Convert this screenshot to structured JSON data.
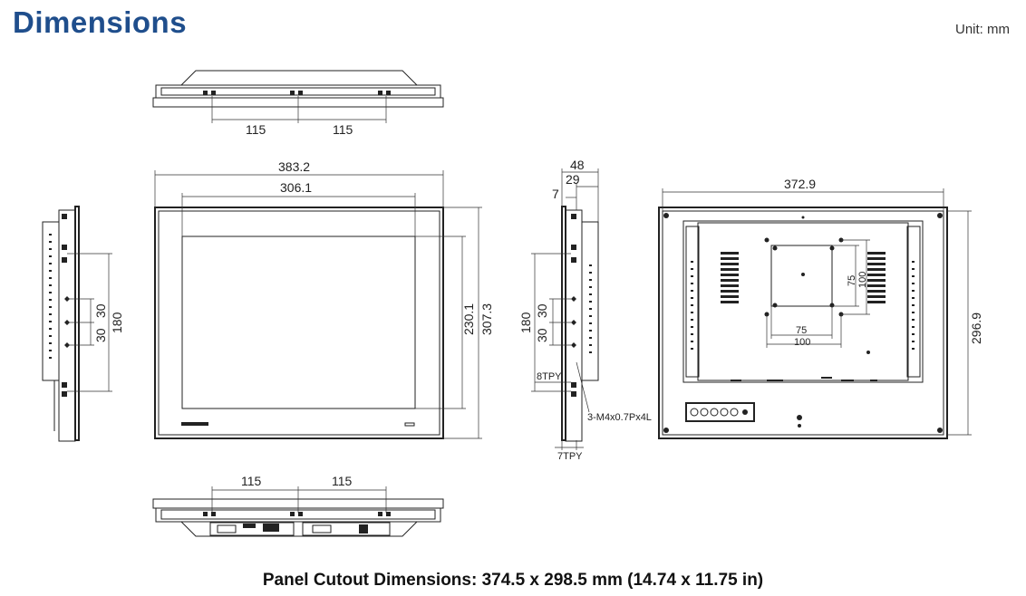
{
  "header": {
    "title": "Dimensions",
    "unit": "Unit: mm"
  },
  "top_view": {
    "dim_left": "115",
    "dim_right": "115"
  },
  "front_view": {
    "width_outer": "383.2",
    "width_inner": "306.1",
    "height_inner": "230.1",
    "height_outer": "307.3"
  },
  "left_view": {
    "dim_180": "180",
    "dim_30_a": "30",
    "dim_30_b": "30"
  },
  "side_view": {
    "dim_48": "48",
    "dim_29": "29",
    "dim_7": "7",
    "dim_180": "180",
    "dim_30_a": "30",
    "dim_30_b": "30",
    "label_8tpy": "8TPY",
    "label_screw": "3-M4x0.7Px4L",
    "label_7tpy": "7TPY"
  },
  "rear_view": {
    "width": "372.9",
    "height": "296.9",
    "vesa_75_h": "75",
    "vesa_100_h": "100",
    "vesa_75_v": "75",
    "vesa_100_v": "100"
  },
  "bottom_view": {
    "dim_left": "115",
    "dim_right": "115"
  },
  "caption": "Panel Cutout Dimensions: 374.5 x 298.5 mm (14.74 x 11.75 in)"
}
